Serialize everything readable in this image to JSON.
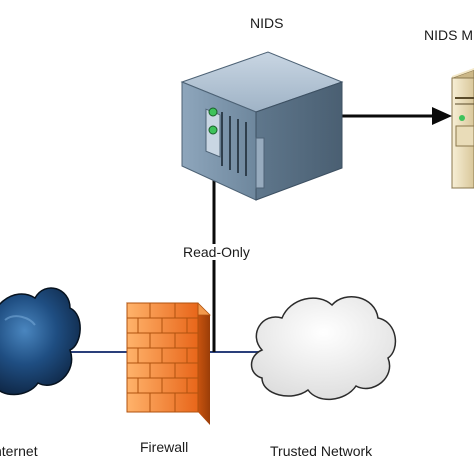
{
  "labels": {
    "nids": "NIDS",
    "nids_manager_partial": "NIDS M",
    "read_only": "Read-Only",
    "internet_partial": "nternet",
    "firewall": "Firewall",
    "trusted_network": "Trusted Network"
  },
  "colors": {
    "link_line": "#2a3f7a",
    "arrow": "#0a0a0a",
    "internet_cloud": "#1c3a63",
    "firewall_brick": "#f07a24",
    "server_body": "#7d97ae",
    "trusted_cloud": "#f4f4f4",
    "nids_manager_body": "#e9dcb8"
  },
  "icons": {
    "nids": "server-rack-icon",
    "nids_manager": "tower-server-icon",
    "internet": "cloud-icon",
    "firewall": "firewall-brick-icon",
    "trusted_network": "cloud-icon"
  }
}
